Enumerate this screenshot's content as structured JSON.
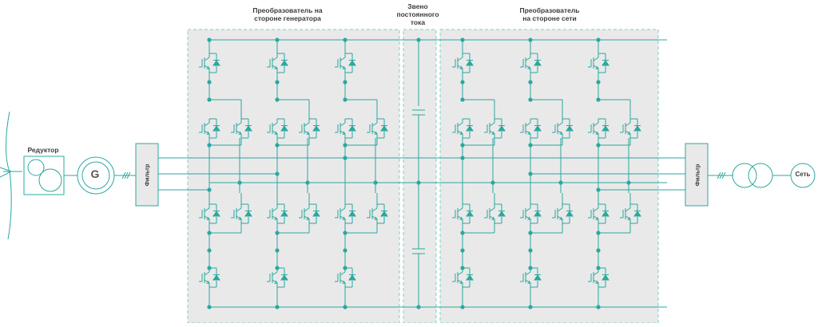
{
  "labels": {
    "gen_converter": "Преобразователь на\nстороне генератора",
    "dc_link": "Звено\nпостоянного\nтока",
    "grid_converter": "Преобразователь\nна стороне сети",
    "gearbox": "Редуктор",
    "generator": "G",
    "filter_left": "Фильтр",
    "filter_right": "Фильтр",
    "grid": "Сеть"
  },
  "colors": {
    "line": "#2aa8a0",
    "panel_fill": "#e9e9e9",
    "panel_border": "#7fcfc7",
    "text": "#3c3c3c"
  }
}
